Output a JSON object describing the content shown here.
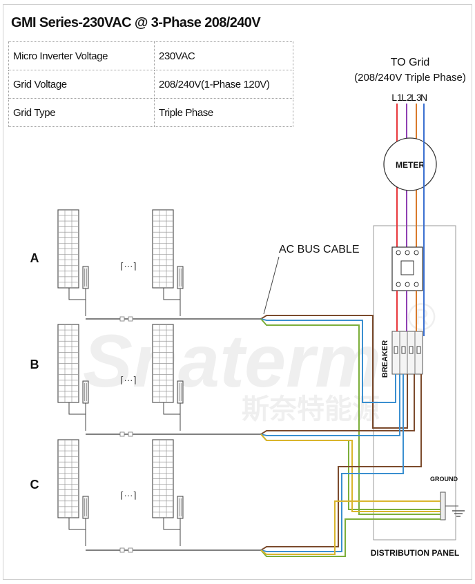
{
  "title": "GMI Series-230VAC @ 3-Phase 208/240V",
  "spec_table": [
    {
      "label": "Micro Inverter Voltage",
      "value": "230VAC"
    },
    {
      "label": "Grid  Voltage",
      "value": "208/240V(1-Phase 120V)"
    },
    {
      "label": "Grid Type",
      "value": "Triple Phase"
    }
  ],
  "grid": {
    "title_line1": "TO Grid",
    "title_line2": "(208/240V Triple Phase)",
    "phases": [
      "L1",
      "L2",
      "L3",
      "N"
    ]
  },
  "meter_label": "METER",
  "breaker_label": "BREAKER",
  "ac_bus_label": "AC BUS CABLE",
  "ground_label": "GROUND",
  "distribution_panel_label": "DISTRIBUTION PANEL",
  "rows": [
    "A",
    "B",
    "C"
  ],
  "ellipsis": "⌈···⌉",
  "watermark": {
    "text": "Snaterm",
    "registered": "®",
    "cn": "斯奈特能源"
  },
  "colors": {
    "l1": "#e8383c",
    "l2": "#8e3fb3",
    "l3": "#d97a2b",
    "neutral": "#3a6fd0",
    "brown": "#7b4a2c",
    "blue": "#3a8fd0",
    "green": "#7cae3a",
    "yellow": "#d9b52c",
    "gray": "#666666"
  }
}
